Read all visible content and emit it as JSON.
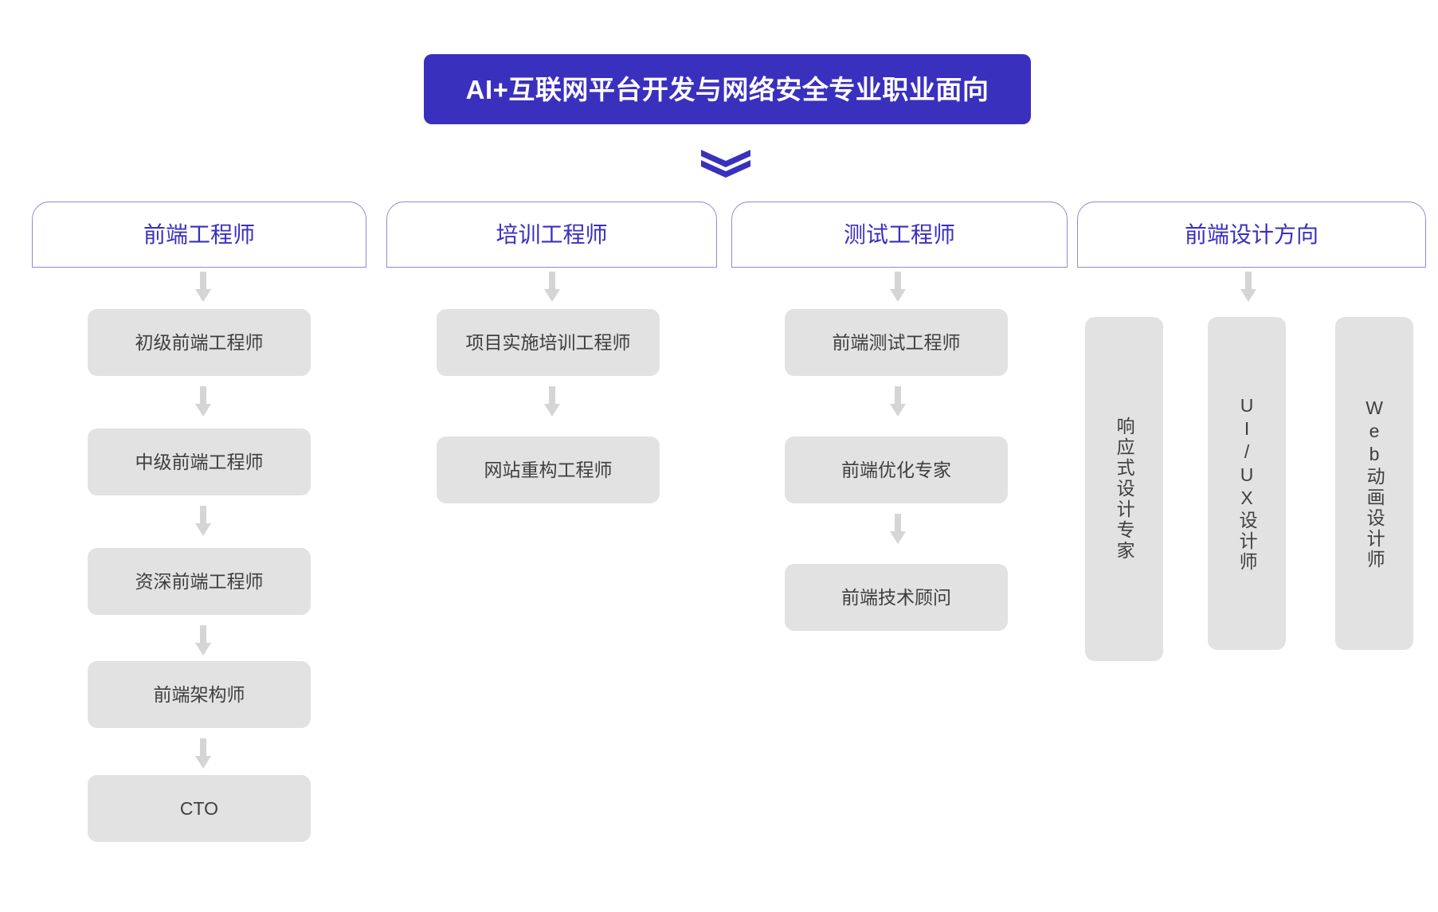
{
  "title": {
    "text": "AI+互联网平台开发与网络安全专业职业面向",
    "bg_color": "#3A30BE",
    "text_color": "#FFFFFF"
  },
  "decoration": {
    "chevron_icon": "double-chevron-down-icon",
    "chevron_color": "#3A30BE"
  },
  "theme": {
    "accent": "#3A30BE",
    "header_border": "#8F8AD4",
    "box_fill": "#E2E2E2",
    "box_text": "#3F3F3F",
    "arrow_color": "#D5D5D5",
    "page_bg": "#FFFFFF"
  },
  "columns": [
    {
      "header": "前端工程师",
      "orientation": "horizontal",
      "steps": [
        "初级前端工程师",
        "中级前端工程师",
        "资深前端工程师",
        "前端架构师",
        "CTO"
      ]
    },
    {
      "header": "培训工程师",
      "orientation": "horizontal",
      "steps": [
        "项目实施培训工程师",
        "网站重构工程师"
      ]
    },
    {
      "header": "测试工程师",
      "orientation": "horizontal",
      "steps": [
        "前端测试工程师",
        "前端优化专家",
        "前端技术顾问"
      ]
    },
    {
      "header": "前端设计方向",
      "orientation": "vertical",
      "steps": [
        "响应式设计专家",
        "UI/UX设计师",
        "Web动画设计师"
      ]
    }
  ]
}
